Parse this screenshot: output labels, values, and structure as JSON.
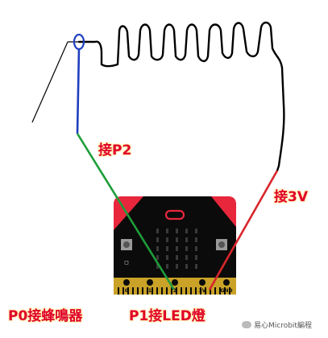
{
  "labels": {
    "p2": "接P2",
    "v3": "接3V",
    "p0": "P0接蜂鳴器",
    "p1": "P1接LED燈"
  },
  "board": {
    "pins": [
      "0",
      "1",
      "2",
      "3V",
      "GND"
    ]
  },
  "watermark": {
    "text": "易心Microbit編程",
    "icon": "wechat-icon"
  },
  "colors": {
    "maze_wire": "#000000",
    "wire_p2": "#1f3fbf",
    "wire_p1": "#1e9e3a",
    "wire_3v": "#d8262c",
    "board": "#0b0b0b",
    "board_accent": "#e8273d",
    "gold": "#c9a227",
    "label": "#e0002c"
  }
}
